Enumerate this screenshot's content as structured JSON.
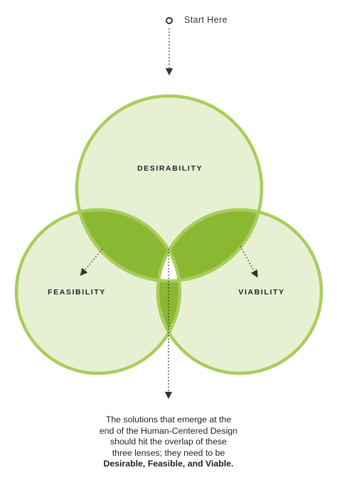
{
  "start": {
    "label": "Start Here"
  },
  "lenses": {
    "desirability": "DESIRABILITY",
    "feasibility": "FEASIBILITY",
    "viability": "VIABILITY"
  },
  "caption": {
    "lines": [
      "The solutions that emerge at the",
      "end of the Human-Centered Design",
      "should hit the overlap of these",
      "three lenses; they need to be"
    ],
    "emphasis": "Desirable, Feasible, and Viable."
  },
  "colors": {
    "circle_fill": "#e8f0d4",
    "circle_stroke": "#a9cd5c",
    "overlap": "#8ab832",
    "center": "#ffffff",
    "arrow": "#333333"
  }
}
